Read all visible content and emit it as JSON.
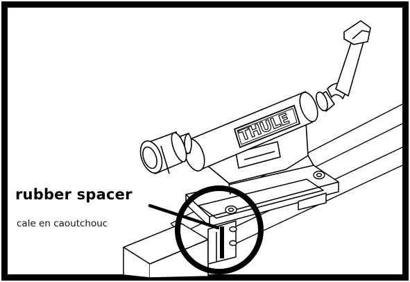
{
  "brand": {
    "logo_text": "THULE"
  },
  "callout": {
    "label": "rubber spacer",
    "sublabel": "cale en caoutchouc"
  },
  "colors": {
    "ink": "#000000",
    "paper": "#ffffff"
  }
}
